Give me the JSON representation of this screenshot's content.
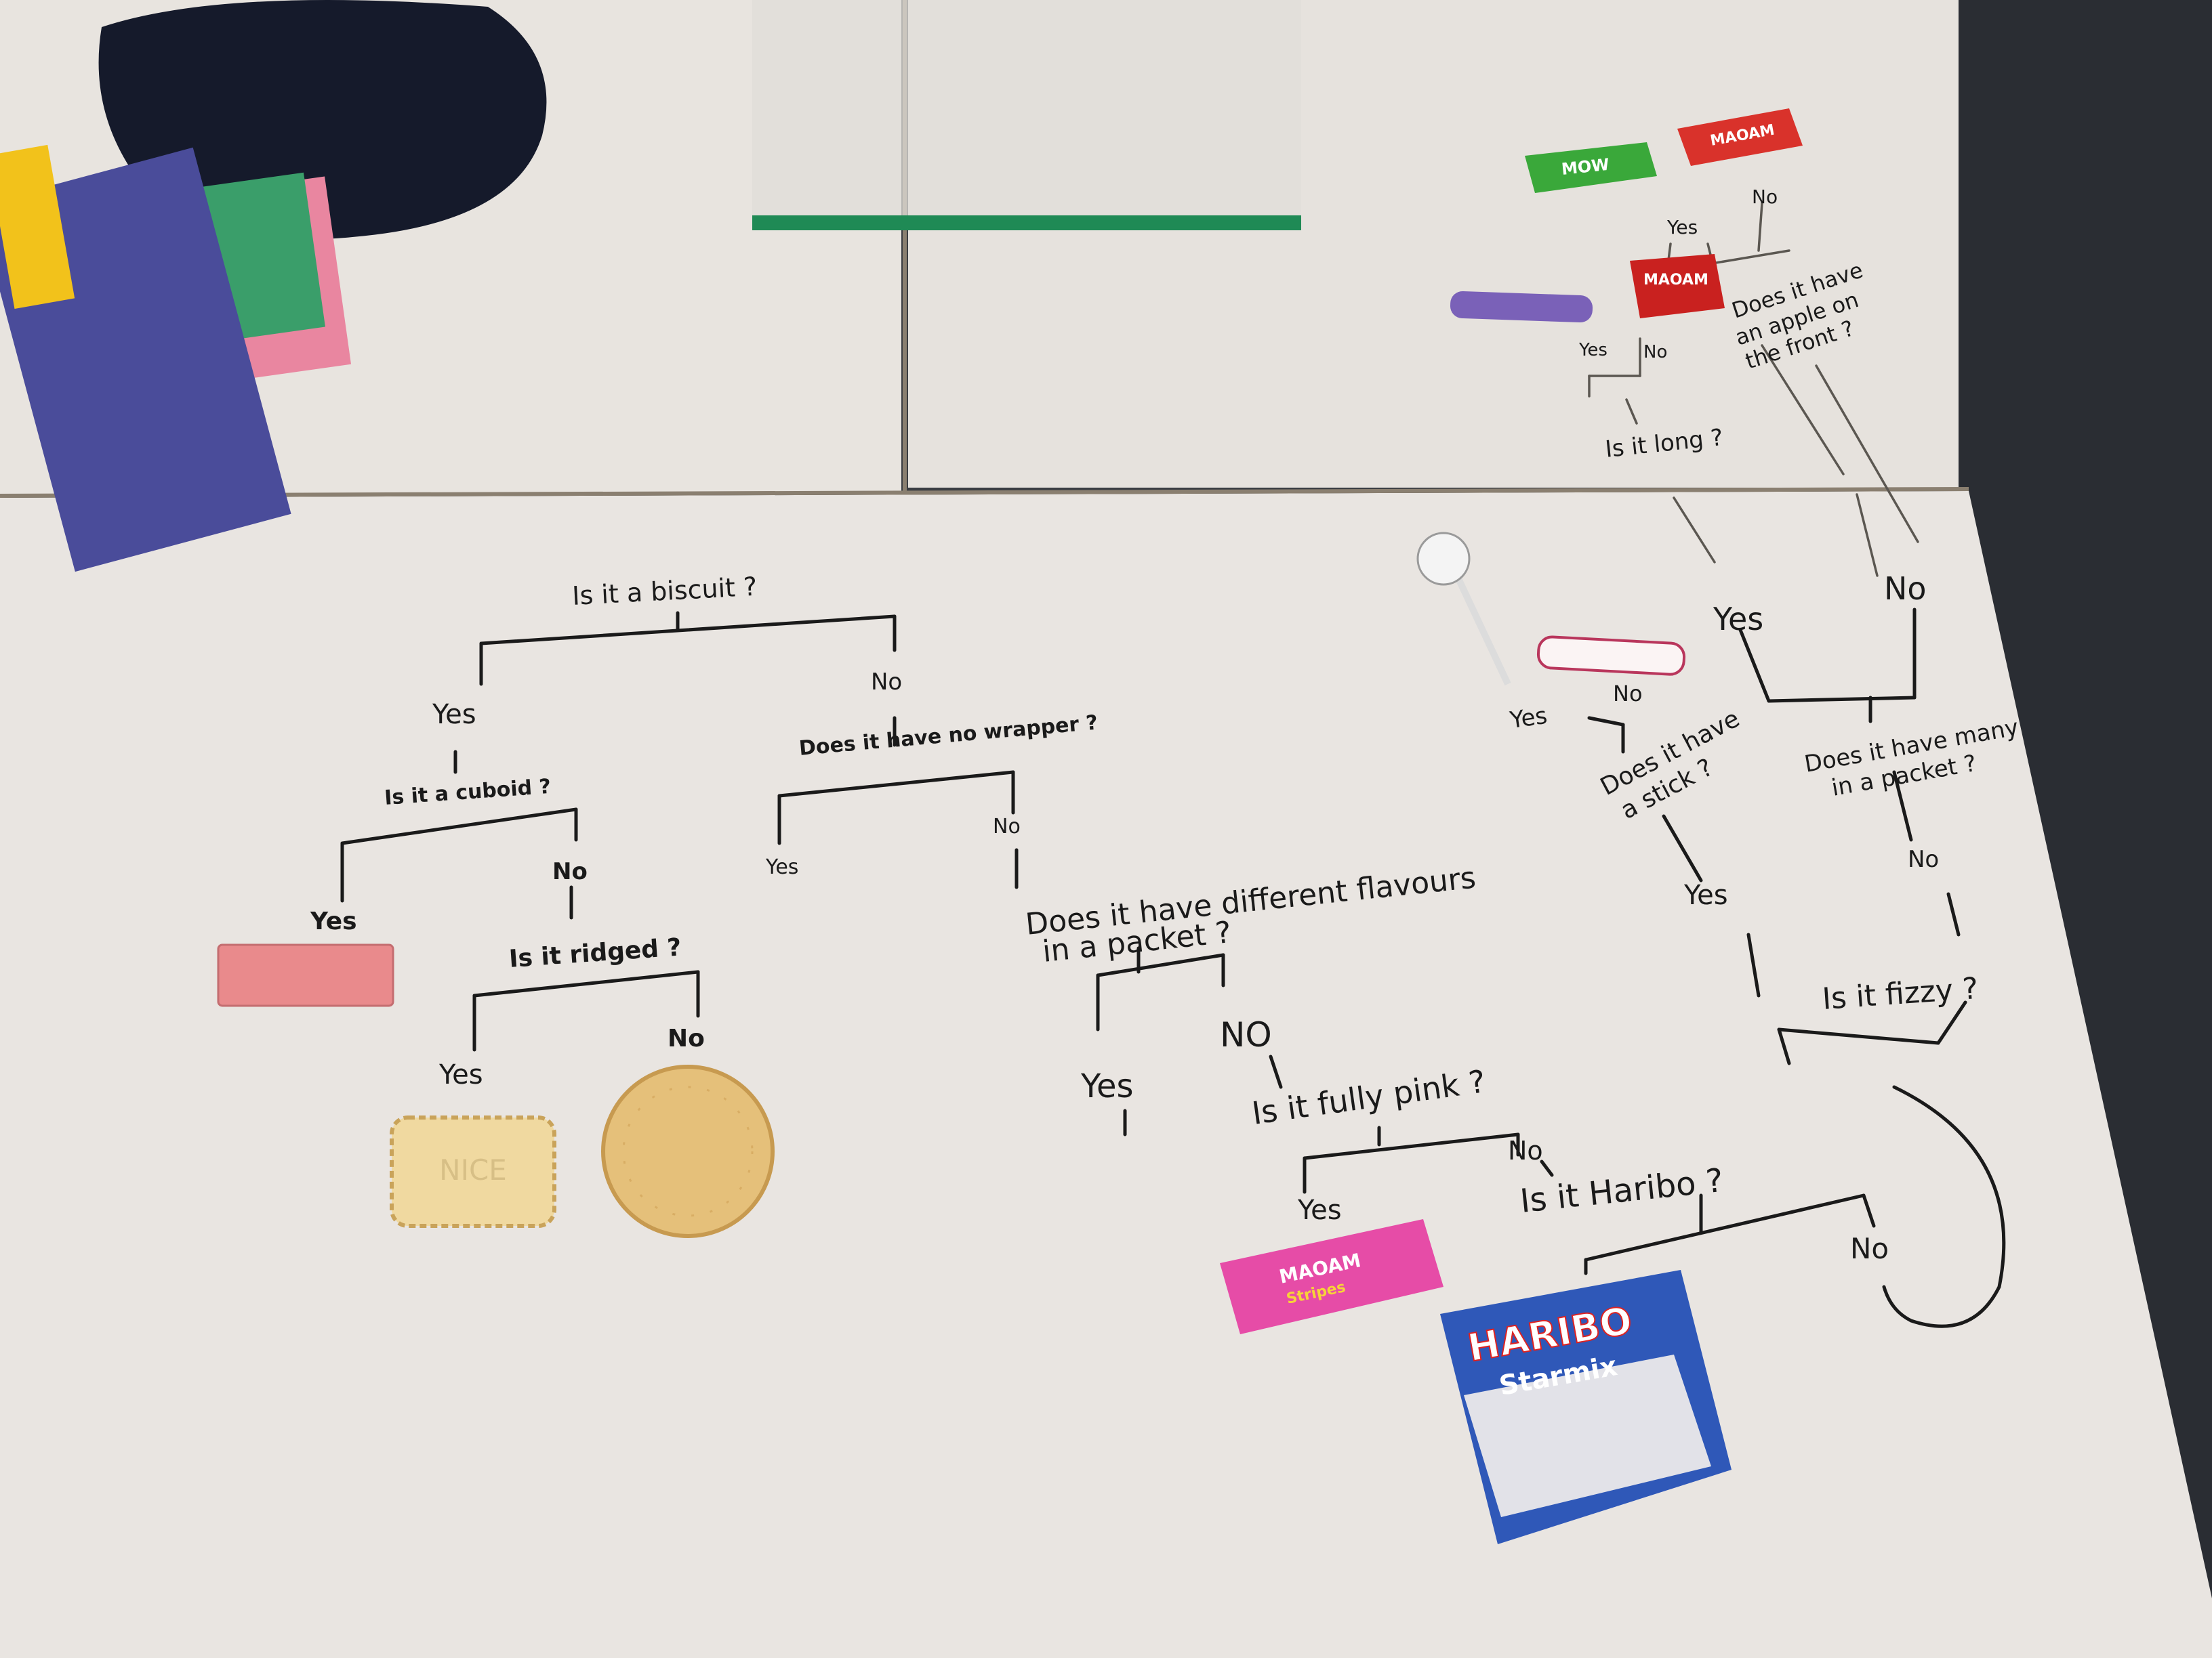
{
  "diagram": {
    "main_tree": {
      "root": "Is it a biscuit ?",
      "yes": "Yes",
      "no": "No",
      "q_cuboid": "Is it a cuboid ?",
      "cuboid_yes": "Yes",
      "cuboid_no": "No",
      "q_ridged": "Is it ridged ?",
      "ridged_yes": "Yes",
      "ridged_no": "No",
      "q_wrapper": "Does it have no wrapper ?",
      "wrapper_yes": "Yes",
      "wrapper_no": "No",
      "q_flavours_line1": "Does it have different flavours",
      "q_flavours_line2": "in a packet ?",
      "flavours_yes": "Yes",
      "flavours_no": "NO",
      "q_pink": "Is it fully pink ?",
      "pink_yes": "Yes",
      "pink_no": "No",
      "q_haribo": "Is it Haribo ?",
      "haribo_no": "No"
    },
    "right_tree": {
      "yes": "Yes",
      "no": "No",
      "q_stick_line1": "Does it have",
      "q_stick_line2": "a stick ?",
      "stick_yes": "Yes",
      "stick_no": "No",
      "stick_branch_yes": "Yes",
      "q_many_line1": "Does it have many",
      "q_many_line2": "in a packet ?",
      "many_no": "No",
      "q_fizzy": "Is it fizzy ?"
    },
    "top_tree": {
      "q_long": "Is it long ?",
      "long_yes": "Yes",
      "long_no": "No",
      "q_apple_line1": "Does it have",
      "q_apple_line2": "an apple on",
      "q_apple_line3": "the front ?",
      "apple_yes": "Yes",
      "apple_no": "No"
    }
  },
  "items": {
    "nice_biscuit_text": "NICE",
    "maoam_stripes_brand": "MAOAM",
    "maoam_stripes_name": "Stripes",
    "haribo_brand": "HARIBO",
    "haribo_name": "Starmix",
    "maoam_block_brand": "MAOAM",
    "maoam_red_brand": "MAOAM",
    "starburst_green_brand": "MOW"
  },
  "colors": {
    "table": "#e9e5e1",
    "ink": "#1a1a1a",
    "edge": "#6a6660"
  }
}
